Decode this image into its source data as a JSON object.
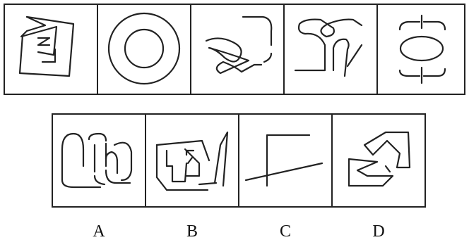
{
  "question": {
    "sequence_panels": [
      {
        "figure": "tangled-polyline-figure"
      },
      {
        "figure": "concentric-circles-figure"
      },
      {
        "figure": "zigzag-curve-figure"
      },
      {
        "figure": "loop-curve-figure"
      },
      {
        "figure": "ellipse-with-brackets-figure"
      }
    ],
    "option_panels": [
      {
        "label": "A",
        "figure": "dashed-double-loop-figure"
      },
      {
        "label": "B",
        "figure": "broken-polygon-figure"
      },
      {
        "label": "C",
        "figure": "corner-with-diagonal-figure"
      },
      {
        "label": "D",
        "figure": "interlocking-polygon-figure"
      }
    ]
  }
}
